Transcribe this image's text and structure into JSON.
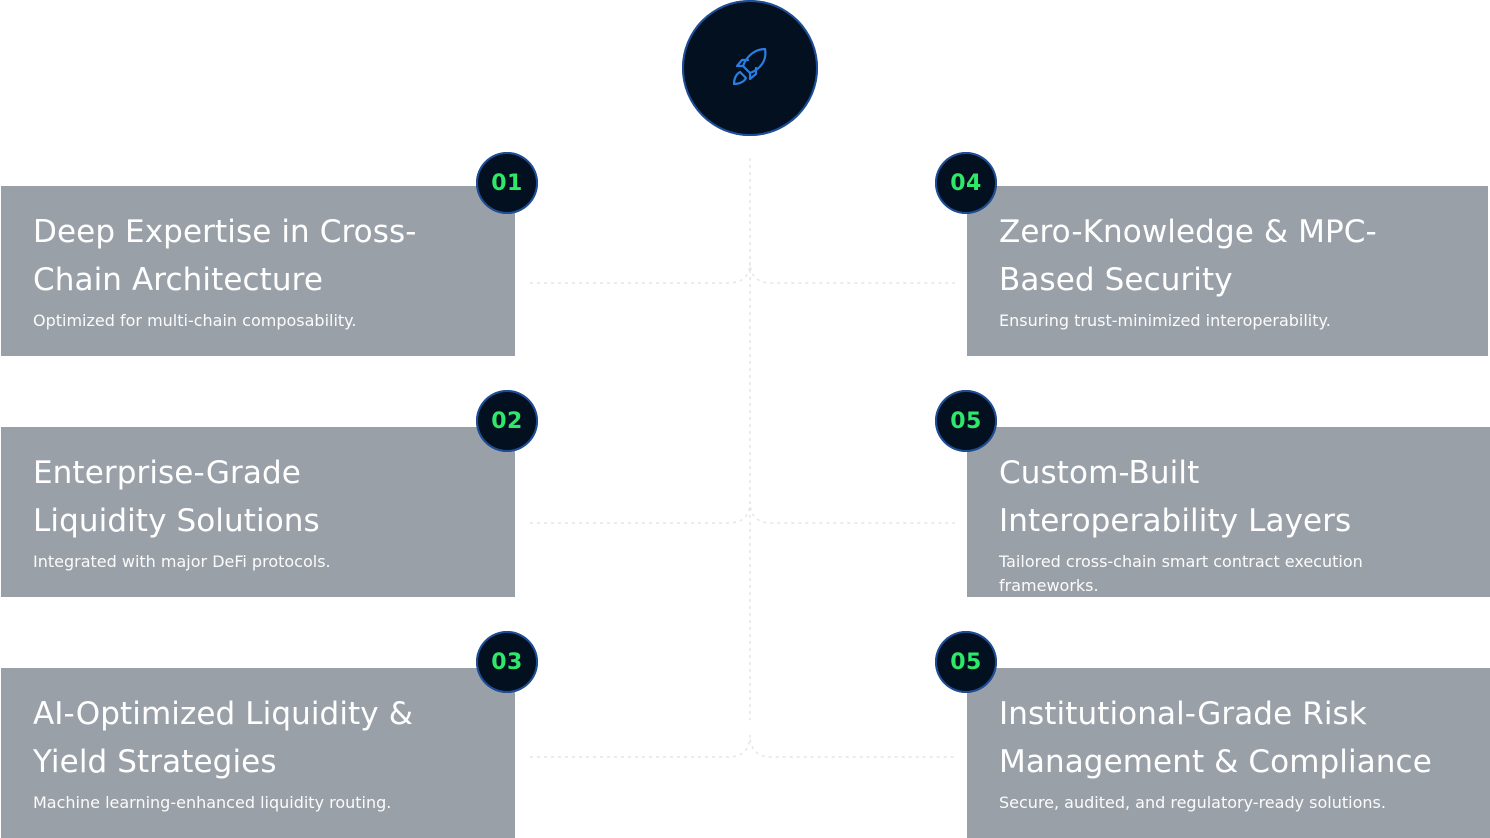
{
  "colors": {
    "card_bg": "#9aa0a8",
    "badge_bg": "#03101f",
    "badge_ring": "#1d4e9a",
    "badge_text": "#2ee86a",
    "icon": "#2a7de1",
    "connector": "#e2e5e9"
  },
  "hub": {
    "icon": "rocket-icon"
  },
  "cards": [
    {
      "number": "01",
      "title": "Deep Expertise in Cross-Chain Architecture",
      "description": "Optimized for multi-chain composability."
    },
    {
      "number": "02",
      "title": "Enterprise-Grade Liquidity Solutions",
      "description": "Integrated with major DeFi protocols."
    },
    {
      "number": "03",
      "title": "AI-Optimized Liquidity & Yield Strategies",
      "description": "Machine learning-enhanced liquidity routing."
    },
    {
      "number": "04",
      "title": "Zero-Knowledge & MPC-Based Security",
      "description": "Ensuring trust-minimized interoperability."
    },
    {
      "number": "05",
      "title": "Custom-Built Interoperability Layers",
      "description": "Tailored cross-chain smart contract execution frameworks."
    },
    {
      "number": "05",
      "title": "Institutional-Grade Risk Management & Compliance",
      "description": "Secure, audited, and regulatory-ready solutions."
    }
  ]
}
